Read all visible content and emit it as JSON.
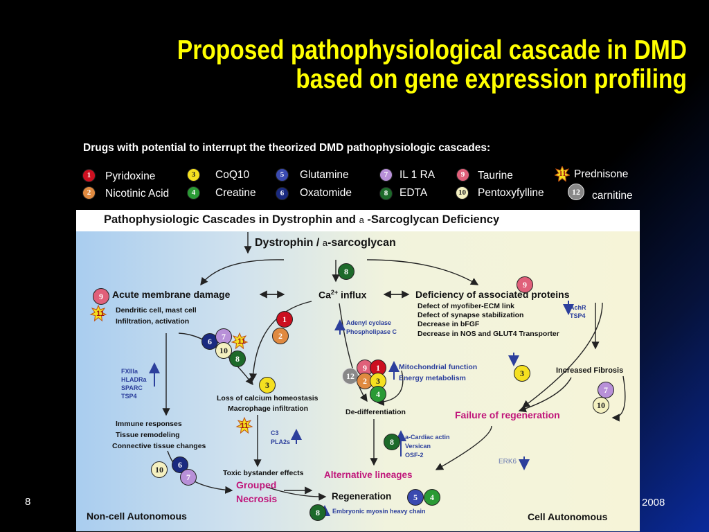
{
  "slide": {
    "title_line1": "Proposed pathophysiological cascade in DMD",
    "title_line2": "based on gene expression profiling",
    "subtitle": "Drugs with potential to interrupt the theorized DMD  pathophysiologic cascades:",
    "page_number": "8",
    "year": "2008"
  },
  "drugs": [
    {
      "num": "1",
      "name": "Pyridoxine",
      "color": "#cc1020"
    },
    {
      "num": "2",
      "name": "Nicotinic Acid",
      "color": "#e08a40"
    },
    {
      "num": "3",
      "name": "CoQ10",
      "color": "#f5e020"
    },
    {
      "num": "4",
      "name": "Creatine",
      "color": "#2a9a35"
    },
    {
      "num": "5",
      "name": "Glutamine",
      "color": "#3a4ab0"
    },
    {
      "num": "6",
      "name": "Oxatomide",
      "color": "#1a2a80"
    },
    {
      "num": "7",
      "name": "IL 1 RA",
      "color": "#b890d8"
    },
    {
      "num": "8",
      "name": "EDTA",
      "color": "#1d6a2a"
    },
    {
      "num": "9",
      "name": "Taurine",
      "color": "#e0607a"
    },
    {
      "num": "10",
      "name": "Pentoxyfylline",
      "color": "#f4f0c0"
    },
    {
      "num": "11",
      "name": "Prednisone",
      "color": "#f5e020"
    },
    {
      "num": "12",
      "name": "carnitine",
      "color": "#888888"
    }
  ],
  "diagram": {
    "title": "Pathophysiologic Cascades in Dystrophin and",
    "title_alpha": "a",
    "title_end": "-Sarcoglycan Deficiency",
    "dystrophin": "Dystrophin /",
    "dystrophin_alpha": "a",
    "dystrophin_end": "-sarcoglycan",
    "acute": "Acute membrane damage",
    "ca_influx_pre": "Ca",
    "ca_sup": "2+",
    "ca_influx_post": " influx",
    "deficiency": "Deficiency of associated proteins",
    "dendritic_1": "Dendritic cell, mast cell",
    "dendritic_2": "Infiltration, activation",
    "defect_1": "Defect of myofiber-ECM link",
    "defect_2": "Defect of synapse stabilization",
    "defect_3": "Decrease in bFGF",
    "defect_4": "Decrease in NOS and GLUT4 Transporter",
    "achr": "AchR",
    "tsp4_right": "TSP4",
    "adenyl": "Adenyl cyclase",
    "phospholipase": "Phospholipase C",
    "mito": "Mitochondrial function",
    "energy": "Energy metabolism",
    "fxiiia": "FXIIIa",
    "hladra": "HLADRa",
    "sparc": "SPARC",
    "tsp4_left": "TSP4",
    "fibrosis": "Increased Fibrosis",
    "loss_ca": "Loss of calcium homeostasis",
    "macrophage": "Macrophage infiltration",
    "dedifferentiation": "De-differentiation",
    "failure": "Failure of regeneration",
    "immune": "Immune responses",
    "tissue": "Tissue remodeling",
    "connective": "Connective tissue changes",
    "c3": "C3",
    "pla2s": "PLA2s",
    "cardiac": "a-Cardiac actin",
    "versican": "Versican",
    "osf2": "OSF-2",
    "erk6": "ERK6",
    "toxic": "Toxic bystander effects",
    "alternative": "Alternative lineages",
    "grouped_1": "Grouped",
    "grouped_2": "Necrosis",
    "regeneration": "Regeneration",
    "embryonic": "Embryonic myosin heavy chain",
    "non_cell": "Non-cell Autonomous",
    "cell_auto": "Cell Autonomous"
  },
  "colors": {
    "title": "#ffff00",
    "accent_magenta": "#c0157a",
    "text_blue": "#2c3f9c"
  }
}
